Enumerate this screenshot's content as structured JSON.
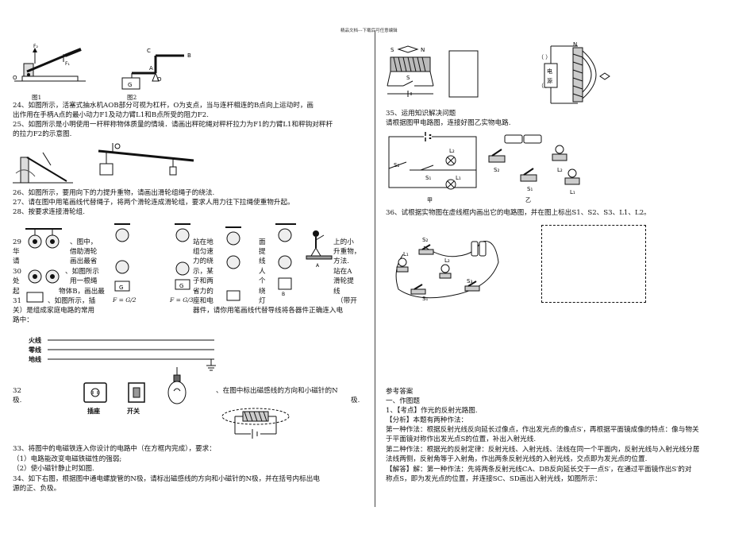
{
  "header": {
    "watermark": "精品文档---下载后可任意编辑"
  },
  "left": {
    "fig1_label": "图1",
    "fig2_label": "图2",
    "fig2_labels": {
      "c": "C",
      "a": "A",
      "b": "B",
      "o": "O",
      "g": "G"
    },
    "fig1_labels": {
      "f2": "F₂",
      "f1": "F₁",
      "o": "O"
    },
    "q24a": "24、如图所示，活塞式抽水机AOB部分可视为杠杆，O为支点，当与连杆相连的B点向上运动时，画",
    "q24b": "出作用在手柄A点的最小动力F1及动力臂L1和B点所受的阻力F2.",
    "q25a": "25、如图所示是小明使用一杆秤称物体质量的情境．请画出秤砣绳对秤杆拉力为F1的力臂L1和秤钩对秤杆",
    "q25b": "的拉力F2的示意图.",
    "q26": "26、如图所示，要用向下的力提升重物，请画出滑轮组绳子的绕法.",
    "q27": "27、请在图中用笔画线代替绳子，将两个滑轮连成滑轮组，要求人用力往下拉绳使重物升起。",
    "q28": "28、按要求连接滑轮组.",
    "mix": {
      "n29": "29",
      "n_hua": "华",
      "n_qing": "请",
      "n30": "30",
      "n_chu": "处",
      "n_qi": "起",
      "n31": "31",
      "c1a": "、图中，",
      "c1b": "借助滑轮",
      "c1c": "画出最省",
      "c1d": "、如图所示",
      "c1e": "用一根绳",
      "c1f": "物体B，画出最",
      "c1g": "、如图所示，插",
      "f_eq1": "F = G/2",
      "f_eq2": "F = G/3",
      "c3a": "站在地",
      "c3b": "组匀速",
      "c3c": "力的绕",
      "c3d": "示，某",
      "c3e": "子和两",
      "c3f": "省力的",
      "c3g": "座和电",
      "c4a": "面",
      "c4b": "提",
      "c4c": "线",
      "c4d": "人",
      "c4e": "个",
      "c4f": "绕",
      "c4g": "灯",
      "c5a": "上的小",
      "c5b": "升重物，",
      "c5c": "方法.",
      "c5d": "站在A",
      "c5e": "滑轮提",
      "c5f": "线",
      "c5g": "（带开",
      "pulley_labels": {
        "g": "G",
        "a": "A",
        "b": "B"
      }
    },
    "q31a": "关）是组成家庭电路的常用",
    "q31b": "器件，请你用笔画线代替导线将各器件正确连入电",
    "q31c": "路中：",
    "wire_labels": [
      "火线",
      "零线",
      "地线"
    ],
    "q32_num": "32",
    "q32_tail": "、在图中标出磁感线的方向和小磁针的N",
    "q32_ji": "极.",
    "socket_label": "插座",
    "switch_label": "开关",
    "q33a": "33、将图中的电磁铁连入你设计的电路中（在方框内完成），要求：",
    "q33b": "（1）电路能改变电磁铁磁性的强弱;",
    "q33c": "（2）使小磁针静止时如图.",
    "q34a": "34、如下右图，根据图中通电螺旋管的N极，请标出磁感线的方向和小磁针的N极，并在括号内标出电",
    "q34b": "源的正、负极。"
  },
  "right": {
    "fig_labels": {
      "s1": "S",
      "n1": "N",
      "s2": "S",
      "n3": "N",
      "power": "电源",
      "paren": "（  ）"
    },
    "q35a": "35、运用知识解决问题",
    "q35b": "请根据图甲电路图，连接好图乙实物电路.",
    "circ_labels": {
      "s2": "S₂",
      "s1": "S₁",
      "l2": "L₂",
      "l1": "L₁",
      "jia": "甲",
      "yi": "乙"
    },
    "q36": "36、试根据实物图在虚线框内画出它的电路图，并在图上标出S1、S2、S3、L1、L2。",
    "circ36_labels": {
      "s2": "S₂",
      "l1": "L₁",
      "l2": "L₂",
      "s1": "S₁",
      "s3": "S₃"
    },
    "ans_title": "参考答案",
    "ans_1": "一、作图题",
    "ans_2": "1、【考点】作光的反射光路图.",
    "ans_3": "【分析】本题有两种作法：",
    "ans_4": "第一种作法：根据反射光线反向延长过像点，作出发光点的像点S′，再根据平面镜成像的特点：像与物关",
    "ans_5": "于平面镜对称作出发光点S的位置，补出入射光线.",
    "ans_6": "第二种作法：根据光的反射定律：反射光线、入射光线、法线在同一个平面内，反射光线与入射光线分居",
    "ans_7": "法线两侧，反射角等于入射角，作出两条反射光线的入射光线，交点即为发光点的位置.",
    "ans_8": "【解答】解：第一种作法：先将两条反射光线CA、DB反向延长交于一点S′，在通过平面镜作出S′的对",
    "ans_9": "称点S，即为发光点的位置，并连接SC、SD画出入射光线，如图所示："
  }
}
